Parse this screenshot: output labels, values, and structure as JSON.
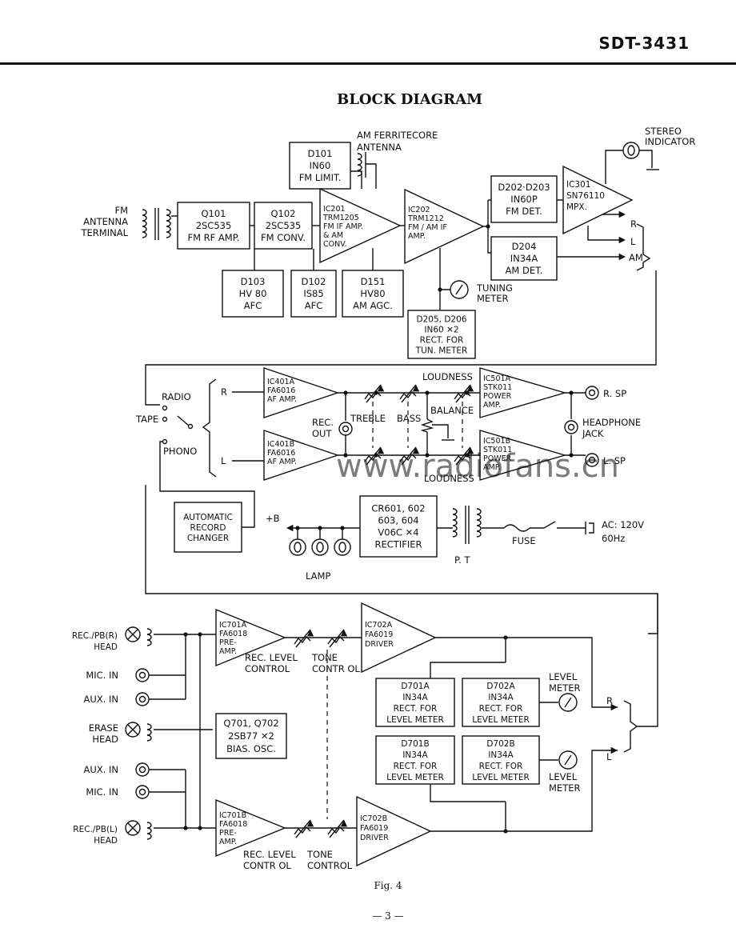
{
  "header": {
    "model": "SDT-3431",
    "title": "BLOCK DIAGRAM",
    "figure": "Fig.  4",
    "page": "— 3 —"
  },
  "tuner": {
    "fm_antenna": [
      "FM",
      "ANTENNA",
      "TERMINAL"
    ],
    "am_antenna": [
      "AM  FERRITECORE",
      "ANTENNA"
    ],
    "stereo_indicator": [
      "STEREO",
      "INDICATOR"
    ],
    "q101": [
      "Q101",
      "2SC535",
      "FM RF AMP."
    ],
    "q102": [
      "Q102",
      "2SC535",
      "FM CONV."
    ],
    "d101": [
      "D101",
      "IN60",
      "FM  LIMIT."
    ],
    "ic201": [
      "IC201",
      "TRM1205",
      "FM IF AMP.",
      "& AM",
      "CONV."
    ],
    "ic202": [
      "IC202",
      "TRM1212",
      "FM / AM  IF",
      "AMP."
    ],
    "d202": [
      "D202·D203",
      "IN60P",
      "FM  DET."
    ],
    "d204": [
      "D204",
      "IN34A",
      "AM  DET."
    ],
    "ic301": [
      "IC301",
      "SN76110",
      "MPX."
    ],
    "d103": [
      "D103",
      "HV 80",
      "AFC"
    ],
    "d102": [
      "D102",
      "IS85",
      "AFC"
    ],
    "d151": [
      "D151",
      "HV80",
      "AM  AGC."
    ],
    "d205": [
      "D205, D206",
      "IN60 ✕2",
      "RECT.  FOR",
      "TUN. METER"
    ],
    "tuning_meter": [
      "TUNING",
      "METER"
    ],
    "out_r": "R",
    "out_l": "L",
    "out_am": "AM"
  },
  "amp": {
    "radio": "RADIO",
    "tape": "TAPE",
    "phono": "PHONO",
    "ch_r": "R",
    "ch_l": "L",
    "ic401a": [
      "IC401A",
      "FA6016",
      "AF AMP."
    ],
    "ic401b": [
      "IC401B",
      "FA6016",
      "AF AMP."
    ],
    "rec_out": [
      "REC.",
      "OUT"
    ],
    "treble": "TREBLE",
    "bass": "BASS",
    "balance": "BALANCE",
    "loudness_top": "LOUDNESS",
    "loudness_bottom": "LOUDNESS",
    "ic501a": [
      "IC501A",
      "STK011",
      "POWER",
      "AMP."
    ],
    "ic501b": [
      "IC501B",
      "STK011",
      "POWER",
      "AMP."
    ],
    "r_sp": "R. SP",
    "l_sp": "L. SP",
    "headphone": [
      "HEADPHONE",
      "JACK"
    ],
    "auto_record": [
      "AUTOMATIC",
      "RECORD",
      "CHANGER"
    ],
    "plus_b": "+B",
    "rectifier": [
      "CR601, 602",
      "603, 604",
      "V06C ✕4",
      "RECTIFIER"
    ],
    "pt": "P. T",
    "fuse": "FUSE",
    "ac": [
      "AC:  120V",
      "60Hz"
    ],
    "lamp": "LAMP"
  },
  "deck": {
    "rec_pb_r": [
      "REC./PB(R)",
      "HEAD"
    ],
    "mic_in_1": "MIC. IN",
    "aux_in_1": "AUX. IN",
    "erase_head": [
      "ERASE",
      "HEAD"
    ],
    "aux_in_2": "AUX. IN",
    "mic_in_2": "MIC. IN",
    "rec_pb_l": [
      "REC./PB(L)",
      "HEAD"
    ],
    "ic701a": [
      "IC701A",
      "FA6018",
      "PRE-",
      "AMP."
    ],
    "ic701b": [
      "IC701B",
      "FA6018",
      "PRE-",
      "AMP."
    ],
    "q701": [
      "Q701, Q702",
      "2SB77 ✕2",
      "BIAS.  OSC."
    ],
    "rec_level_1": [
      "REC. LEVEL",
      "CONTROL"
    ],
    "tone_1": [
      "TONE",
      "CONTR OL"
    ],
    "rec_level_2": [
      "REC. LEVEL",
      "CONTR OL"
    ],
    "tone_2": [
      "TONE",
      "CONTROL"
    ],
    "ic702a": [
      "IC702A",
      "FA6019",
      "DRIVER"
    ],
    "ic702b": [
      "IC702B",
      "FA6019",
      "DRIVER"
    ],
    "d701a": [
      "D701A",
      "IN34A",
      "RECT. FOR",
      "LEVEL METER"
    ],
    "d702a": [
      "D702A",
      "IN34A",
      "RECT. FOR",
      "LEVEL METER"
    ],
    "d701b": [
      "D701B",
      "IN34A",
      "RECT. FOR",
      "LEVEL METER"
    ],
    "d702b": [
      "D702B",
      "IN34A",
      "RECT. FOR",
      "LEVEL METER"
    ],
    "level_meter_r": [
      "LEVEL",
      "METER"
    ],
    "level_meter_l": [
      "LEVEL",
      "METER"
    ],
    "out_r": "R",
    "out_l": "L"
  },
  "watermark": "www.radiofans.cn"
}
